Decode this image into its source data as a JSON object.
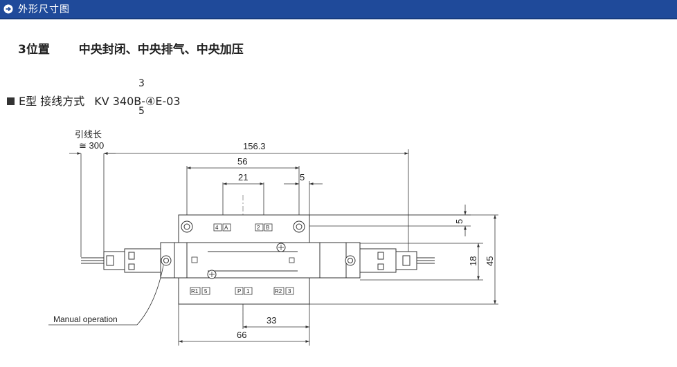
{
  "header": {
    "title": "外形尺寸图",
    "icon": "arrow-right-circle-icon",
    "color": "#1f4a9a"
  },
  "subtitle": {
    "position": "3位置",
    "description": "中央封闭、中央排气、中央加压"
  },
  "wiring": {
    "label": "E型 接线方式",
    "model_prefix": "KV",
    "model_body": "340B-④E-03",
    "superscript": "3",
    "subscript": "5"
  },
  "dimensions": {
    "lead_label": "引线长",
    "lead_length": "≅ 300",
    "overall": "156.3",
    "width56": "56",
    "width21": "21",
    "width5": "5",
    "height5": "5",
    "height18": "18",
    "height45": "45",
    "width33": "33",
    "width66": "66"
  },
  "callout": {
    "manual": "Manual  operation"
  },
  "port_labels": {
    "a": "A",
    "a_num": "4",
    "b": "B",
    "b_num": "2",
    "r1": "R1",
    "r1_num": "5",
    "p": "P",
    "p_num": "1",
    "r2": "R2",
    "r2_num": "3"
  }
}
